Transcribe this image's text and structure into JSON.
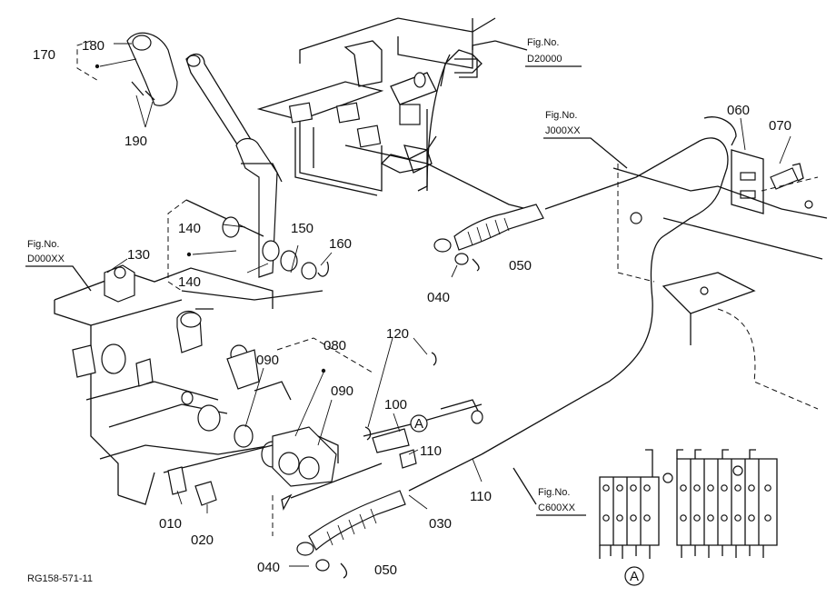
{
  "labels": {
    "p170": "170",
    "p180": "180",
    "p190": "190",
    "p140a": "140",
    "p140b": "140",
    "p150": "150",
    "p160": "160",
    "p130": "130",
    "p060": "060",
    "p070": "070",
    "p050a": "050",
    "p040a": "040",
    "p080": "080",
    "p090a": "090",
    "p090b": "090",
    "p120": "120",
    "p100": "100",
    "p110a": "110",
    "p110b": "110",
    "p010": "010",
    "p020": "020",
    "p030": "030",
    "p040b": "040",
    "p050b": "050"
  },
  "figrefs": {
    "d20000": {
      "title": "Fig.No.",
      "code": "D20000"
    },
    "j000xx": {
      "title": "Fig.No.",
      "code": "J000XX"
    },
    "d000xx": {
      "title": "Fig.No.",
      "code": "D000XX"
    },
    "c600xx": {
      "title": "Fig.No.",
      "code": "C600XX"
    }
  },
  "callout_a": "A",
  "detail_a": "A",
  "drawing_code": "RG158-571-11"
}
